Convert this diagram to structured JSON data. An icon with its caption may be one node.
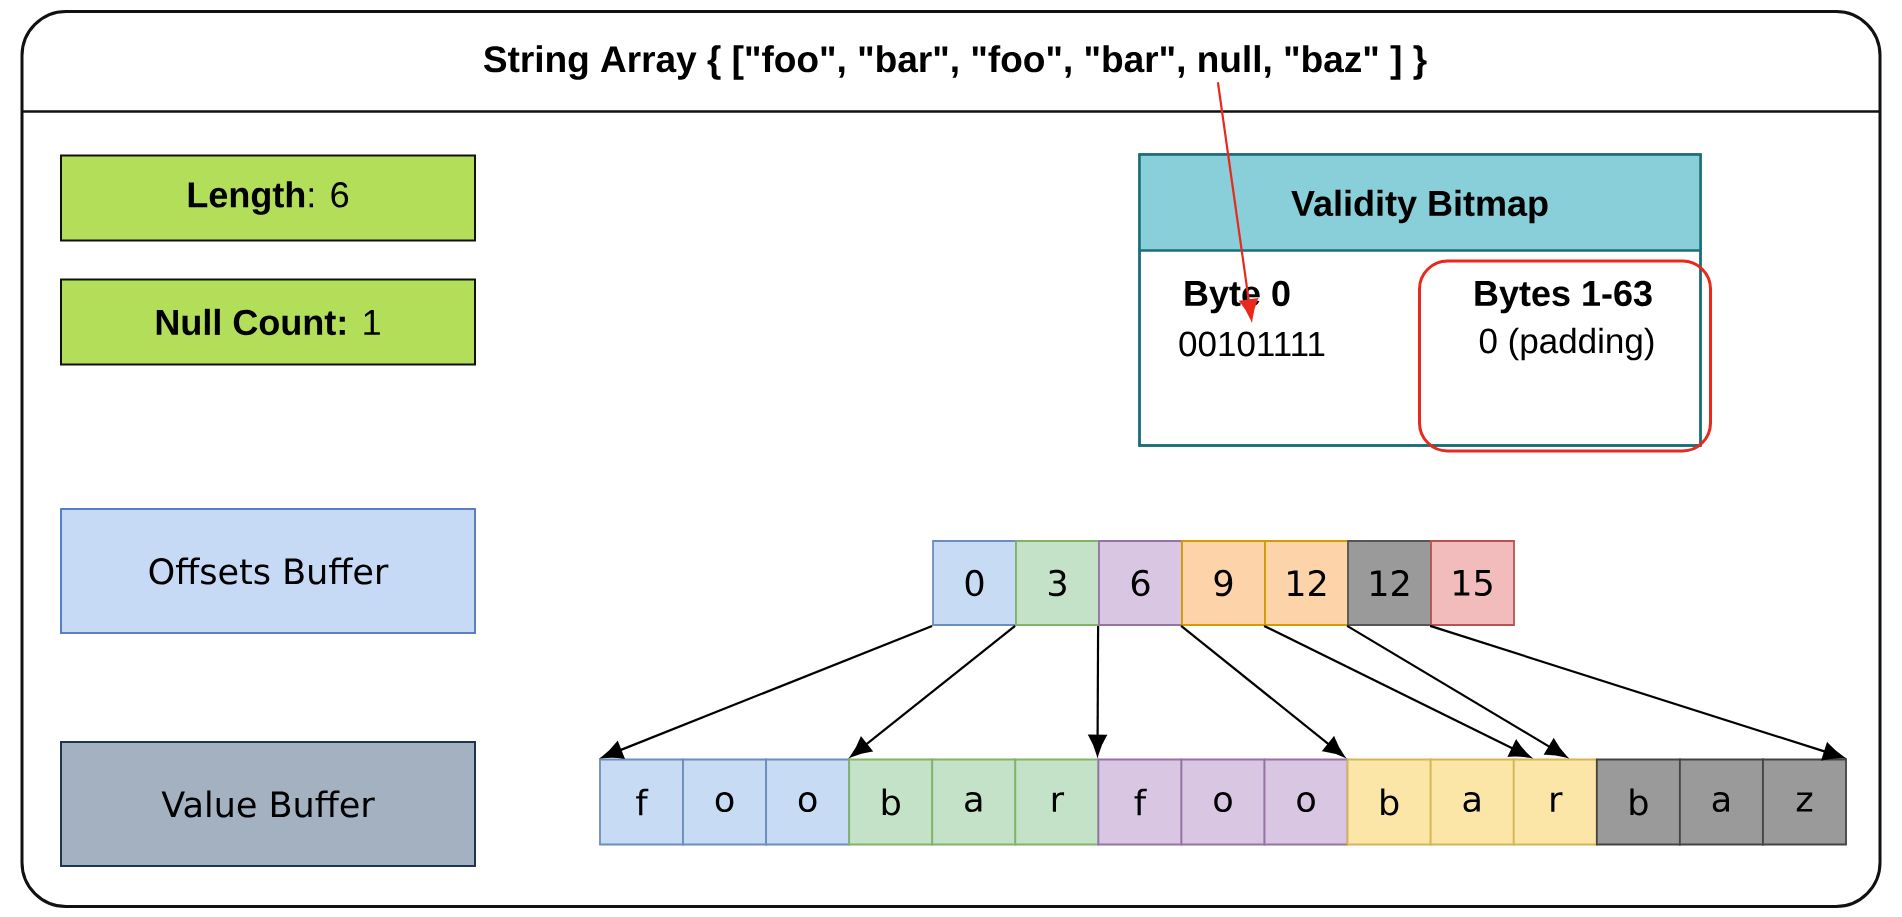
{
  "diagram": {
    "nodes": [
      {
        "text": [
          "String Array { [\"foo\", \"bar\", \"foo\", \"bar\", null, \"baz\" ] }"
        ]
      },
      {
        "text": [
          "**Length**: 6"
        ],
        "in": 0
      },
      {
        "text": [
          "**Null Count:** 1"
        ],
        "in": 0
      },
      {
        "text": [
          "Validity Bitmap"
        ],
        "in": 0
      },
      {
        "text": [
          "Byte 0"
        ],
        "in": 3
      },
      {
        "text": [
          "00101111"
        ],
        "in": 3
      },
      {
        "text": [
          "Bytes 1-63",
          "0 (padding)"
        ],
        "in": 3
      },
      {
        "text": [
          "Offsets Buffer"
        ],
        "in": 0
      },
      {
        "text": [
          "Value Buffer"
        ],
        "in": 0
      },
      {
        "text": [
          "0"
        ],
        "in": 0
      },
      {
        "text": [
          "3"
        ],
        "in": 0
      },
      {
        "text": [
          "6"
        ],
        "in": 0
      },
      {
        "text": [
          "9"
        ],
        "in": 0
      },
      {
        "text": [
          "12"
        ],
        "in": 0
      },
      {
        "text": [
          "12"
        ],
        "in": 0
      },
      {
        "text": [
          "15"
        ],
        "in": 0
      },
      {
        "text": [
          "f"
        ],
        "in": 0
      },
      {
        "text": [
          "o"
        ],
        "in": 0
      },
      {
        "text": [
          "o"
        ],
        "in": 0
      },
      {
        "text": [
          "b"
        ],
        "in": 0
      },
      {
        "text": [
          "a"
        ],
        "in": 0
      },
      {
        "text": [
          "r"
        ],
        "in": 0
      },
      {
        "text": [
          "f"
        ],
        "in": 0
      },
      {
        "text": [
          "o"
        ],
        "in": 0
      },
      {
        "text": [
          "o"
        ],
        "in": 0
      },
      {
        "text": [
          "b"
        ],
        "in": 0
      },
      {
        "text": [
          "a"
        ],
        "in": 0
      },
      {
        "text": [
          "r"
        ],
        "in": 0
      },
      {
        "text": [
          "b"
        ],
        "in": 0
      },
      {
        "text": [
          "a"
        ],
        "in": 0
      },
      {
        "text": [
          "z"
        ],
        "in": 0
      }
    ],
    "edges": [
      {
        "from": 0,
        "to": 5,
        "arrow": "to",
        "color": "#e8291c"
      },
      {
        "from": 9,
        "to": 16,
        "arrow": "to"
      },
      {
        "from": 10,
        "to": 19,
        "arrow": "to"
      },
      {
        "from": 11,
        "to": 22,
        "arrow": "to"
      },
      {
        "from": 12,
        "to": 25,
        "arrow": "to"
      },
      {
        "from": 13,
        "to": 27,
        "arrow": "to"
      },
      {
        "from": 14,
        "to": 27,
        "arrow": "to"
      },
      {
        "from": 15,
        "to": 30,
        "arrow": "to"
      }
    ]
  }
}
